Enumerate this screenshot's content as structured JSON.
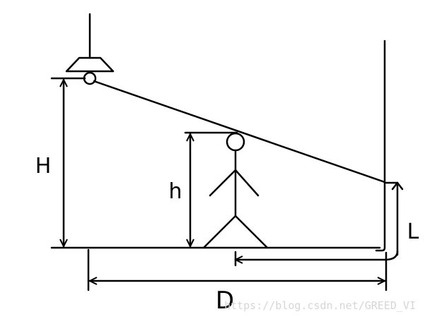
{
  "labels": {
    "lamp_height": "H",
    "person_height": "h",
    "shadow_on_wall": "L",
    "wall_distance": "D"
  },
  "watermark": "https://blog.csdn.net/GREED_VI",
  "colors": {
    "line": "#000000",
    "background": "#ffffff",
    "watermark": "#d6d6d6"
  }
}
